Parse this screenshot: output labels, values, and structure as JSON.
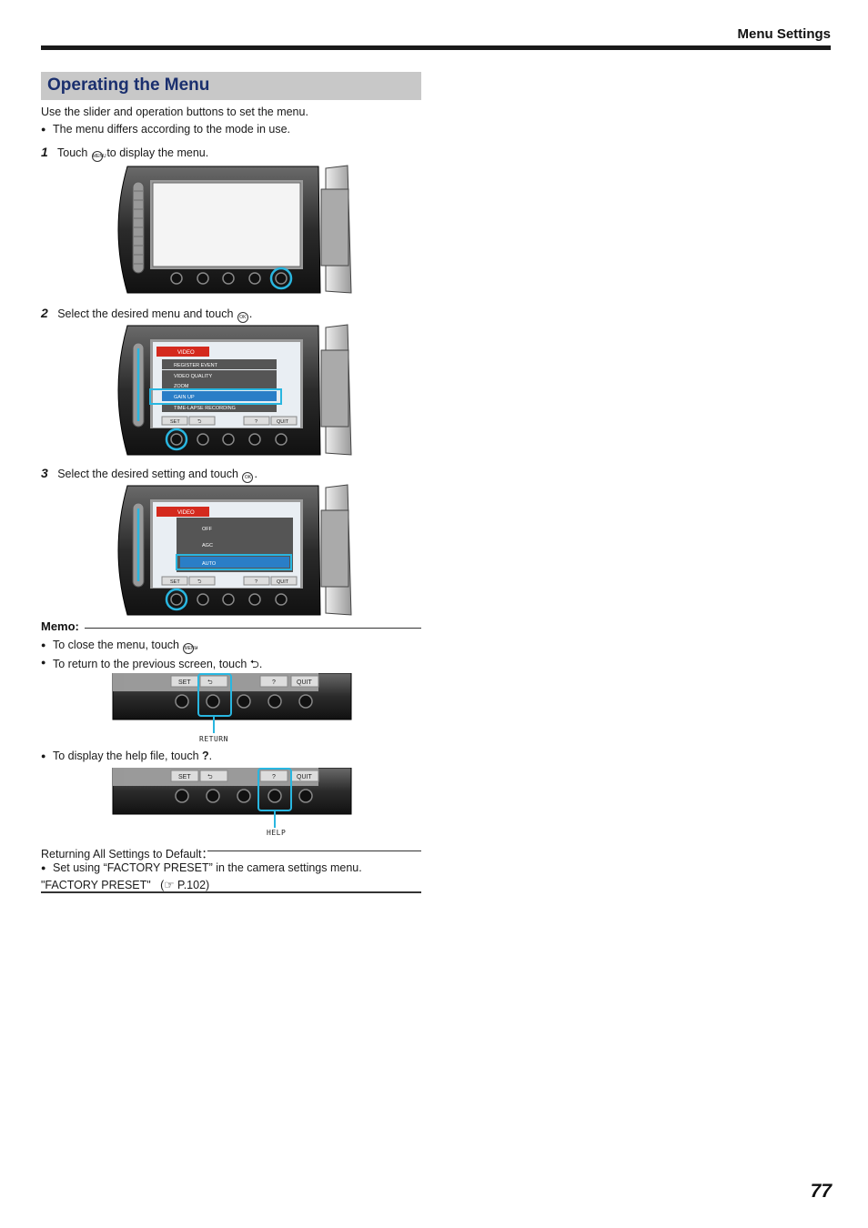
{
  "header": {
    "section": "Menu Settings"
  },
  "title": "Operating the Menu",
  "intro": {
    "line1": "Use the slider and operation buttons to set the menu.",
    "bullet1": "The menu differs according to the mode in use."
  },
  "steps": [
    {
      "num": "1",
      "pre": "Touch",
      "icon": "MENU",
      "post": "to display the menu."
    },
    {
      "num": "2",
      "pre": "Select the desired menu and touch",
      "icon": "OK",
      "post": "."
    },
    {
      "num": "3",
      "pre": "Select the desired setting and touch",
      "icon": "OK",
      "post": "."
    }
  ],
  "screen2": {
    "tab": "VIDEO",
    "items": [
      "REGISTER EVENT",
      "VIDEO QUALITY",
      "ZOOM",
      "GAIN UP",
      "TIME-LAPSE RECORDING"
    ],
    "buttons": [
      "SET",
      "?",
      "QUIT"
    ]
  },
  "screen3": {
    "tab": "VIDEO",
    "options": [
      "OFF",
      "AGC",
      "AUTO"
    ],
    "buttons": [
      "SET",
      "?",
      "QUIT"
    ]
  },
  "memo": {
    "label": "Memo:",
    "close_pre": "To close the menu, touch",
    "close_post": ".",
    "return_pre": "To return to the previous screen, touch",
    "return_post": ".",
    "return_caption": "RETURN",
    "help_pre": "To display the help file, touch",
    "help_glyph": "?",
    "help_post": ".",
    "help_caption": "HELP"
  },
  "defaults": {
    "label": "Returning All Settings to Default：",
    "bullet": "Set using “FACTORY PRESET” in the camera settings menu.",
    "ref_name": "\"FACTORY PRESET\"",
    "ref_page": "(☞ P.102)"
  },
  "page_number": "77",
  "colors": {
    "title": "#1a2f6e",
    "highlight": "#29b6e0",
    "tab_red": "#d42a1e"
  }
}
